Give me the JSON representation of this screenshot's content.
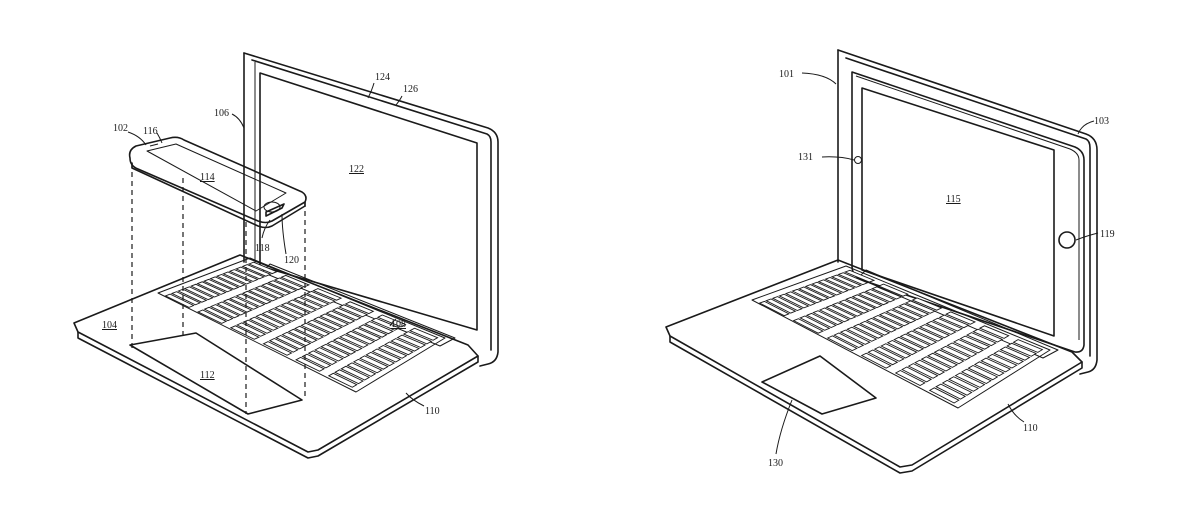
{
  "figures": [
    {
      "refs": {
        "r102": "102",
        "r116": "116",
        "r106": "106",
        "r124": "124",
        "r126": "126",
        "r114": "114",
        "r122": "122",
        "r118": "118",
        "r120": "120",
        "r104": "104",
        "r108": "108",
        "r112": "112",
        "r110": "110"
      }
    },
    {
      "refs": {
        "r101": "101",
        "r103": "103",
        "r131": "131",
        "r115": "115",
        "r119": "119",
        "r110": "110",
        "r130": "130"
      }
    }
  ]
}
